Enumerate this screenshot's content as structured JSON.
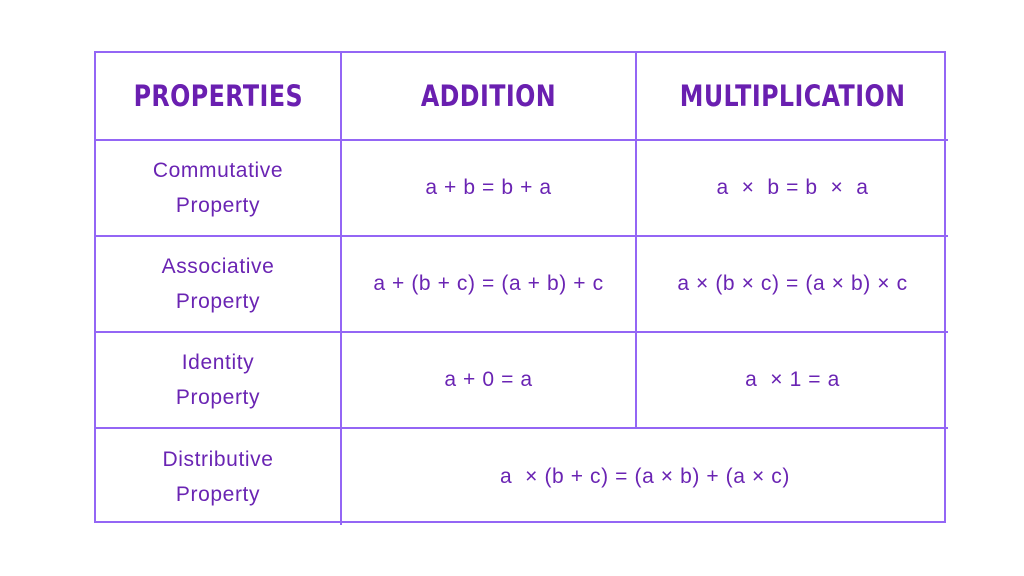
{
  "table": {
    "headers": [
      "PROPERTIES",
      "ADDITION",
      "MULTIPLICATION"
    ],
    "rows": [
      {
        "property": "Commutative Property",
        "property_line1": "Commutative",
        "property_line2": "Property",
        "addition": "a + b = b + a",
        "multiplication": "a  ×  b = b  ×  a"
      },
      {
        "property": "Associative Property",
        "property_line1": "Associative",
        "property_line2": "Property",
        "addition": "a + (b + c) = (a + b) + c",
        "multiplication": "a × (b × c) = (a × b) × c"
      },
      {
        "property": "Identity Property",
        "property_line1": "Identity",
        "property_line2": "Property",
        "addition": "a + 0 = a",
        "multiplication": "a  × 1 = a"
      },
      {
        "property": "Distributive Property",
        "property_line1": "Distributive",
        "property_line2": "Property",
        "combined": "a  × (b + c) = (a × b) + (a × c)"
      }
    ]
  },
  "colors": {
    "border": "#9466f5",
    "text": "#6a24b3",
    "background": "#ffffff"
  }
}
